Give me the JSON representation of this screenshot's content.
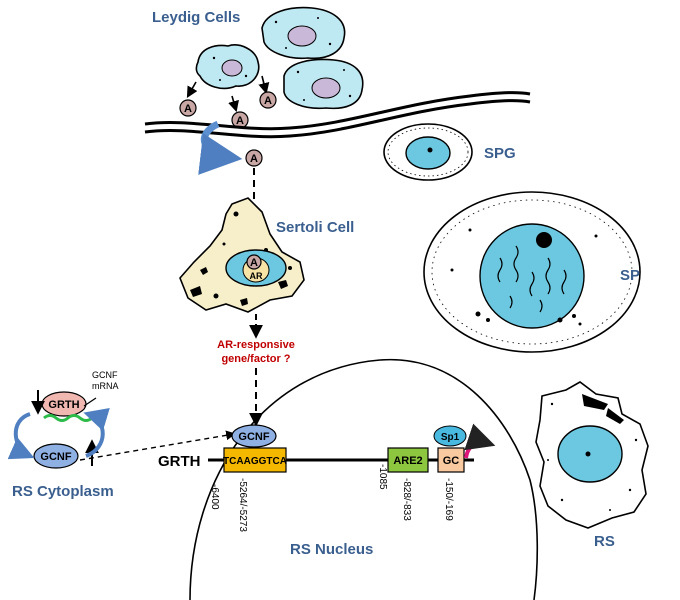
{
  "labels": {
    "leydig": "Leydig Cells",
    "spg": "SPG",
    "sertoli": "Sertoli Cell",
    "sp": "SP",
    "rs": "RS",
    "rs_nucleus": "RS Nucleus",
    "rs_cytoplasm": "RS Cytoplasm",
    "ar_responsive_line1": "AR-responsive",
    "ar_responsive_line2": "gene/factor ?",
    "gcnf_mrna_line1": "GCNF",
    "gcnf_mrna_line2": "mRNA"
  },
  "hormone": {
    "symbol": "A",
    "receptor": "AR"
  },
  "cytoplasm_cycle": {
    "grth": "GRTH",
    "gcnf": "GCNF"
  },
  "gene": {
    "name": "GRTH",
    "gcnf_factor": "GCNF",
    "sp1_factor": "Sp1",
    "elements": [
      {
        "label": "TCAAGGTCA",
        "color": "#f5b800"
      },
      {
        "label": "ARE2",
        "color": "#8dc63f"
      },
      {
        "label": "GC",
        "color": "#f9c9a0"
      }
    ],
    "positions": [
      "-6400",
      "-5264/-5273",
      "-1085",
      "-828/-833",
      "-150/-169"
    ]
  },
  "colors": {
    "cell_fill": "#bfe9f2",
    "nucleus_fill": "#6cc8e0",
    "sertoli_fill": "#f7efc9",
    "label_blue": "#3a5f8f",
    "question_red": "#c00000",
    "arrow_blue": "#5b8fd0",
    "promoter_arrow": "#e0157a"
  }
}
